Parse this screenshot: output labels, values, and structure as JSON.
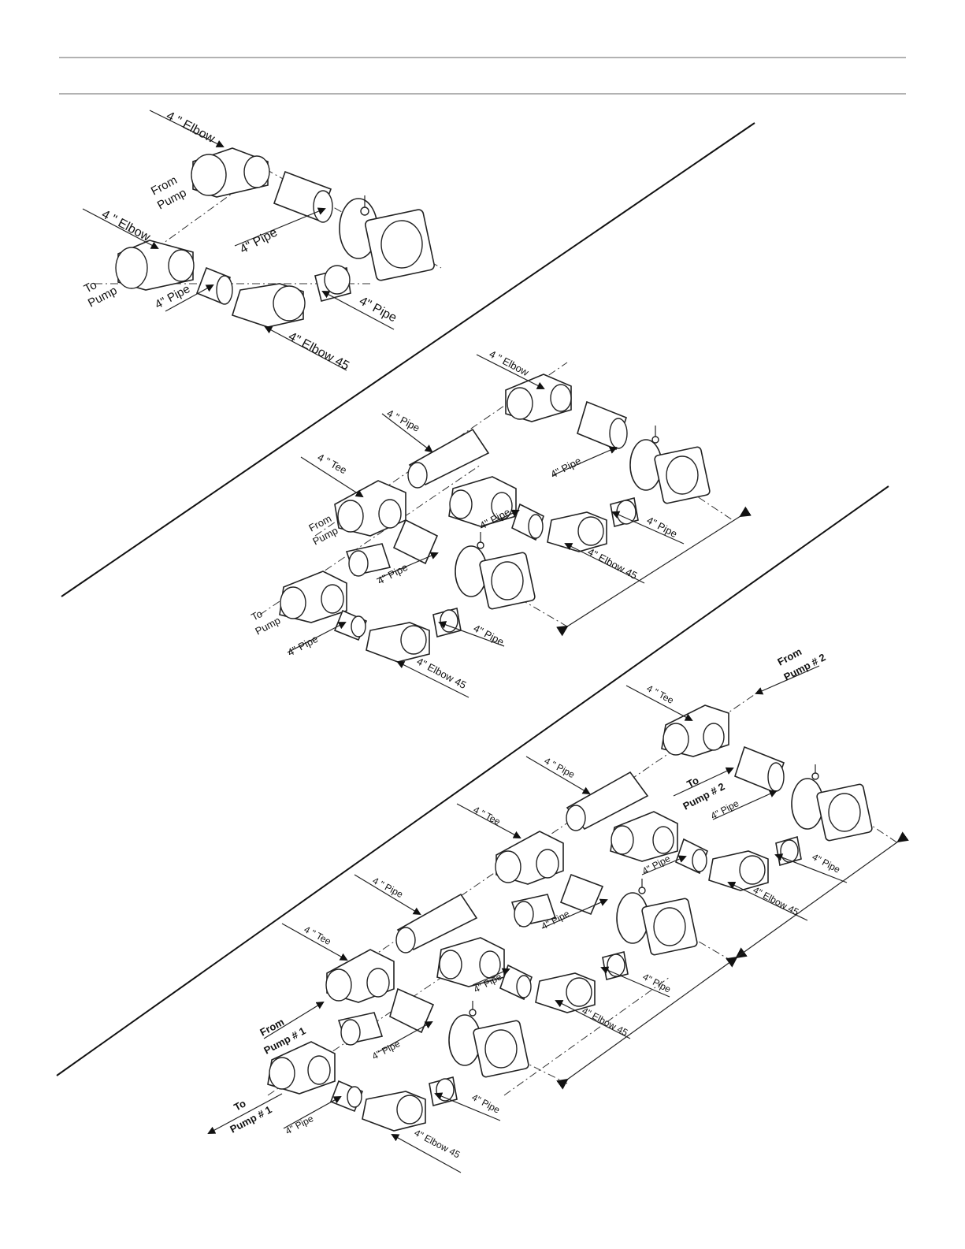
{
  "labels": {
    "elbow_90_a": "4 \" Elbow",
    "elbow_90_b": "4 \" Elbow",
    "elbow_90_c": "4 \" Elbow",
    "from_pump": "From",
    "from_pump_2": "Pump",
    "to_pump": "To",
    "to_pump_2": "Pump",
    "pipe_bold": "4\" Pipe",
    "pipe_sp": "4 \" Pipe",
    "elbow_45": "4\" Elbow 45",
    "tee": "4 \" Tee",
    "from_pump1_a": "From",
    "from_pump1_b": "Pump # 1",
    "to_pump1_a": "To",
    "to_pump1_b": "Pump # 1",
    "from_pump2_a": "From",
    "from_pump2_b": "Pump # 2",
    "to_pump2_a": "To",
    "to_pump2_b": "Pump # 2"
  },
  "colors": {
    "line": "#222222",
    "rule": "#999999",
    "background": "#ffffff"
  }
}
